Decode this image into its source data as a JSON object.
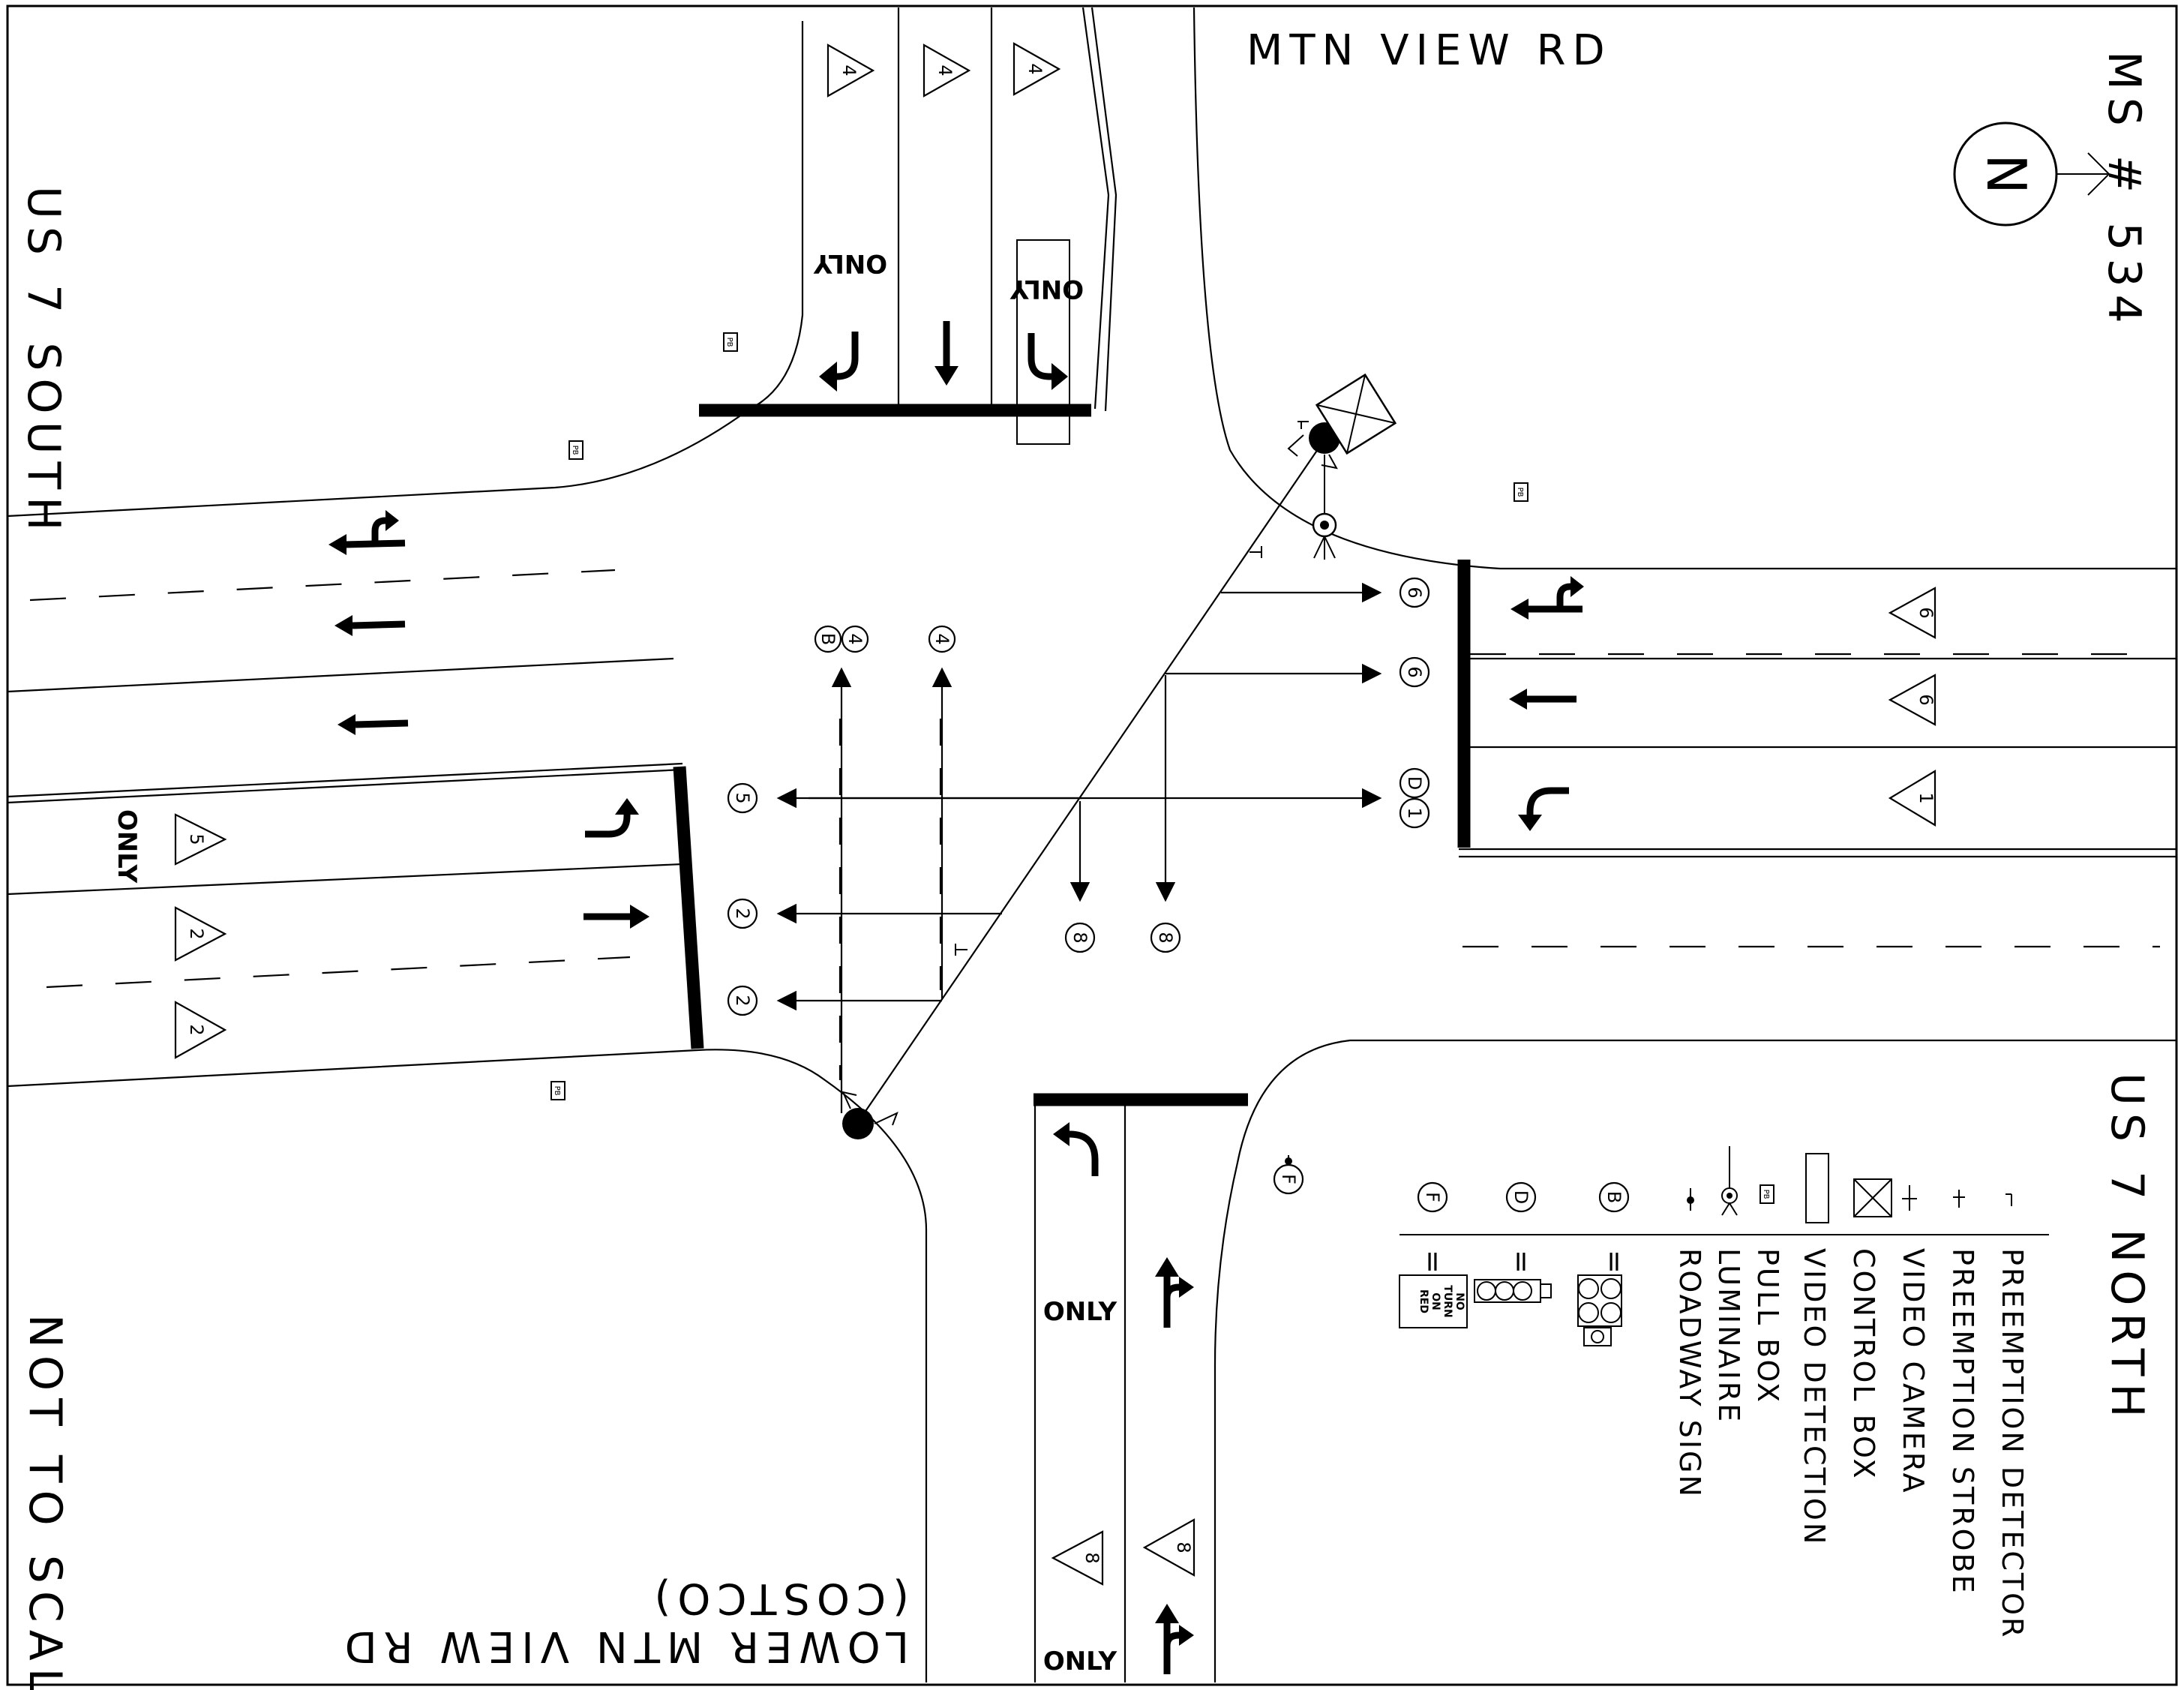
{
  "title": "MS # 534",
  "scale_note": "NOT TO SCALE",
  "north_label": "N",
  "roads": {
    "mtn_view": "MTN VIEW RD",
    "us7_south": "US 7 SOUTH",
    "us7_north": "US 7 NORTH",
    "lower_mtn_view": "LOWER MTN VIEW RD",
    "costco": "(COSTCO)"
  },
  "only_text": "ONLY",
  "signal_heads": {
    "north": [
      "4",
      "4",
      "4"
    ],
    "east": [
      "6",
      "6",
      "1"
    ],
    "west": [
      "5",
      "2",
      "2"
    ],
    "south": [
      "8",
      "8"
    ]
  },
  "detectors": {
    "top": [
      "4B",
      "4"
    ],
    "right": [
      "6",
      "6",
      "1D"
    ],
    "left": [
      "5",
      "2",
      "2"
    ],
    "bottom": [
      "8",
      "8"
    ],
    "sign": "F"
  },
  "pull_box_label": "PB",
  "legend": {
    "items": [
      "PREEMPTION DETECTOR",
      "PREEMPTION STROBE",
      "VIDEO CAMERA",
      "CONTROL BOX",
      "VIDEO DETECTION",
      "PULL BOX",
      "LUMINAIRE",
      "ROADWAY SIGN"
    ],
    "keys": [
      "B",
      "D",
      "F"
    ],
    "equals": "=",
    "no_turn_sign": [
      "NO",
      "TURN",
      "ON",
      "RED"
    ]
  }
}
